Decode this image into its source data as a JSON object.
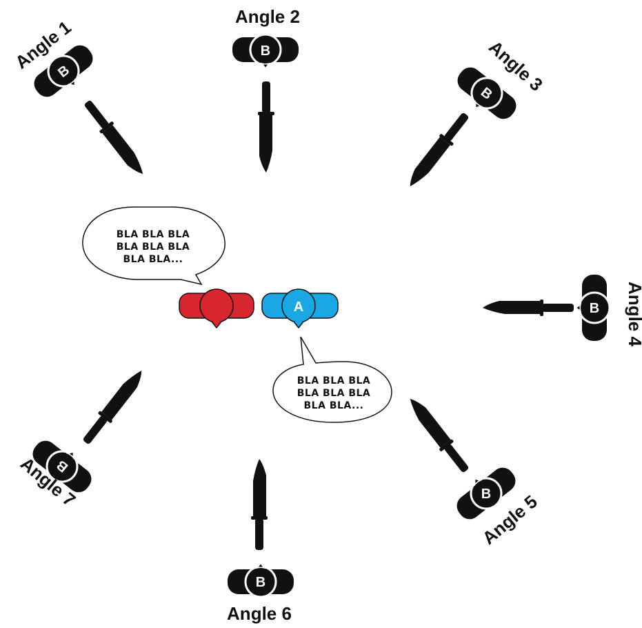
{
  "angles": [
    {
      "label": "Angle 1",
      "badge": "B"
    },
    {
      "label": "Angle 2",
      "badge": "B"
    },
    {
      "label": "Angle 3",
      "badge": "B"
    },
    {
      "label": "Angle 4",
      "badge": "B"
    },
    {
      "label": "Angle 5",
      "badge": "B"
    },
    {
      "label": "Angle 6",
      "badge": "B"
    },
    {
      "label": "Angle 7",
      "badge": "B"
    }
  ],
  "speakers": {
    "red": {
      "badge": "",
      "color": "#d7262d"
    },
    "blue": {
      "badge": "A",
      "color": "#1ba6e4"
    }
  },
  "bubbles": {
    "red": [
      "BLA BLA BLA",
      "BLA BLA BLA",
      "BLA BLA..."
    ],
    "blue": [
      "BLA BLA BLA",
      "BLA BLA BLA",
      "BLA BLA..."
    ]
  },
  "colors": {
    "figure": "#111111",
    "badge_text": "#ffffff",
    "outline": "#111111"
  }
}
